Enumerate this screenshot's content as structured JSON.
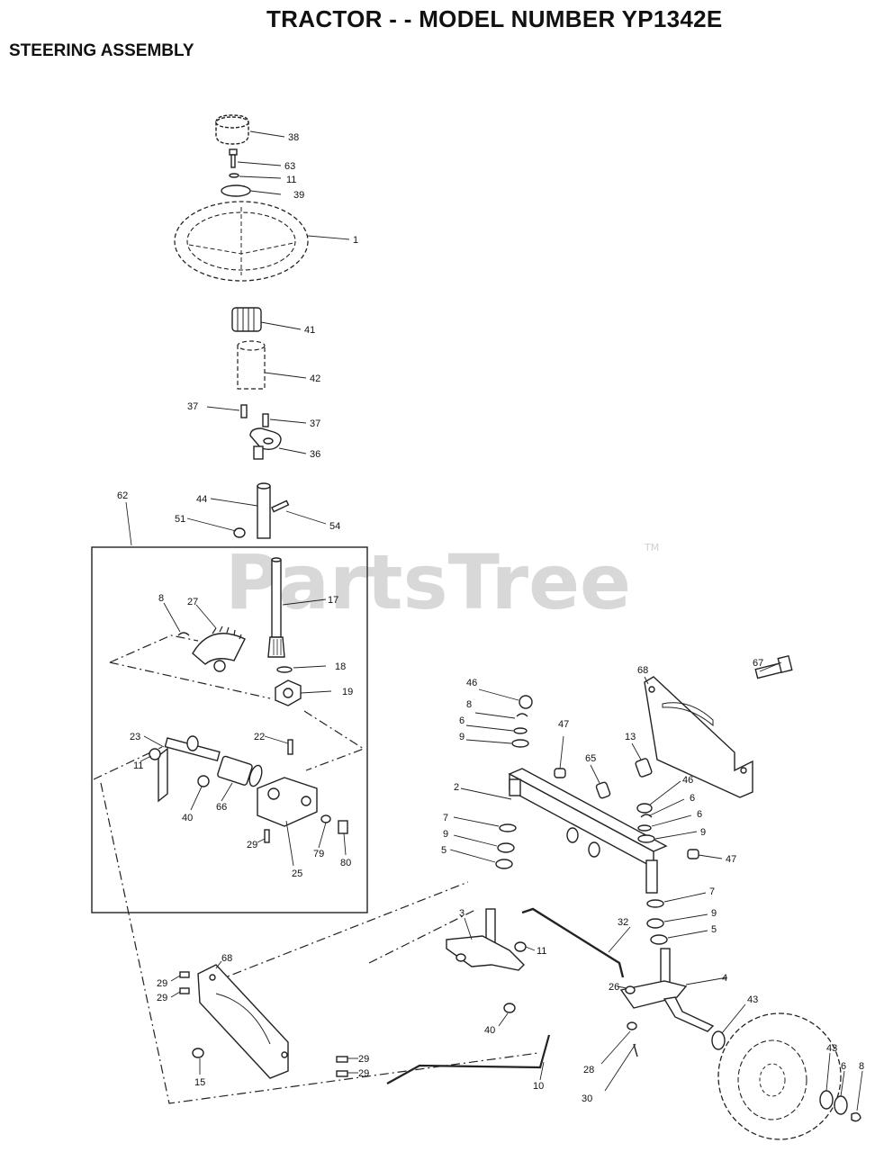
{
  "header": {
    "title": "TRACTOR - - MODEL NUMBER YP1342E",
    "subtitle": "STEERING ASSEMBLY"
  },
  "watermark": {
    "text": "PartsTree",
    "tm": "TM"
  },
  "callouts": {
    "c38": "38",
    "c63": "63",
    "c11a": "11",
    "c39": "39",
    "c1": "1",
    "c41": "41",
    "c42": "42",
    "c37a": "37",
    "c37b": "37",
    "c36": "36",
    "c62": "62",
    "c44": "44",
    "c51": "51",
    "c54": "54",
    "c17": "17",
    "c8a": "8",
    "c27": "27",
    "c18": "18",
    "c19": "19",
    "c22": "22",
    "c23": "23",
    "c11b": "11",
    "c40a": "40",
    "c66": "66",
    "c29a": "29",
    "c25": "25",
    "c79": "79",
    "c80": "80",
    "c68a": "68",
    "c67": "67",
    "c46a": "46",
    "c8b": "8",
    "c6a": "6",
    "c9a": "9",
    "c47a": "47",
    "c13": "13",
    "c65": "65",
    "c2": "2",
    "c46b": "46",
    "c6b": "6",
    "c6c": "6",
    "c9b": "9",
    "c47b": "47",
    "c7a": "7",
    "c9c": "9",
    "c5a": "5",
    "c7b": "7",
    "c9d": "9",
    "c5b": "5",
    "c3": "3",
    "c11c": "11",
    "c32": "32",
    "c4": "4",
    "c26": "26",
    "c43a": "43",
    "c43b": "43",
    "c6d": "6",
    "c8c": "8",
    "c40b": "40",
    "c28": "28",
    "c30": "30",
    "c10": "10",
    "c68b": "68",
    "c29b": "29",
    "c29c": "29",
    "c15": "15",
    "c29d": "29",
    "c29e": "29"
  }
}
